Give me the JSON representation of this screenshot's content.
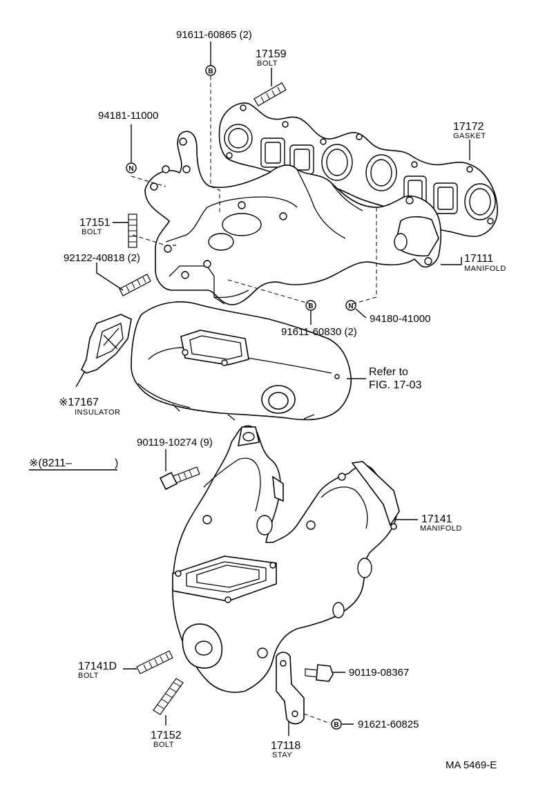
{
  "parts": {
    "p_9161160865": {
      "number": "91611-60865 (2)"
    },
    "p_17159": {
      "number": "17159",
      "name": "BOLT"
    },
    "p_9418111000": {
      "number": "94181-11000"
    },
    "p_17172": {
      "number": "17172",
      "name": "GASKET"
    },
    "p_17151": {
      "number": "17151",
      "name": "BOLT"
    },
    "p_9212240818": {
      "number": "92122-40818 (2)"
    },
    "p_17111": {
      "number": "17111",
      "name": "MANIFOLD"
    },
    "p_9161160830": {
      "number": "91611-60830 (2)"
    },
    "p_9418041000": {
      "number": "94180-41000"
    },
    "p_17167": {
      "number": "※17167",
      "name": "INSULATOR"
    },
    "p_9011910274": {
      "number": "90119-10274 (9)"
    },
    "p_17141": {
      "number": "17141",
      "name": "MANIFOLD"
    },
    "p_17141D": {
      "number": "17141D",
      "name": "BOLT"
    },
    "p_9011908367": {
      "number": "90119-08367"
    },
    "p_9162160825": {
      "number": "91621-60825"
    },
    "p_17152": {
      "number": "17152",
      "name": "BOLT"
    },
    "p_17118": {
      "number": "17118",
      "name": "STAY"
    }
  },
  "refer": {
    "line1": "Refer to",
    "line2": "FIG. 17-03"
  },
  "note": {
    "text": "※(8211–"
  },
  "symbols": {
    "b": "B",
    "n": "N"
  },
  "footer": {
    "code": "MA 5469-E"
  }
}
